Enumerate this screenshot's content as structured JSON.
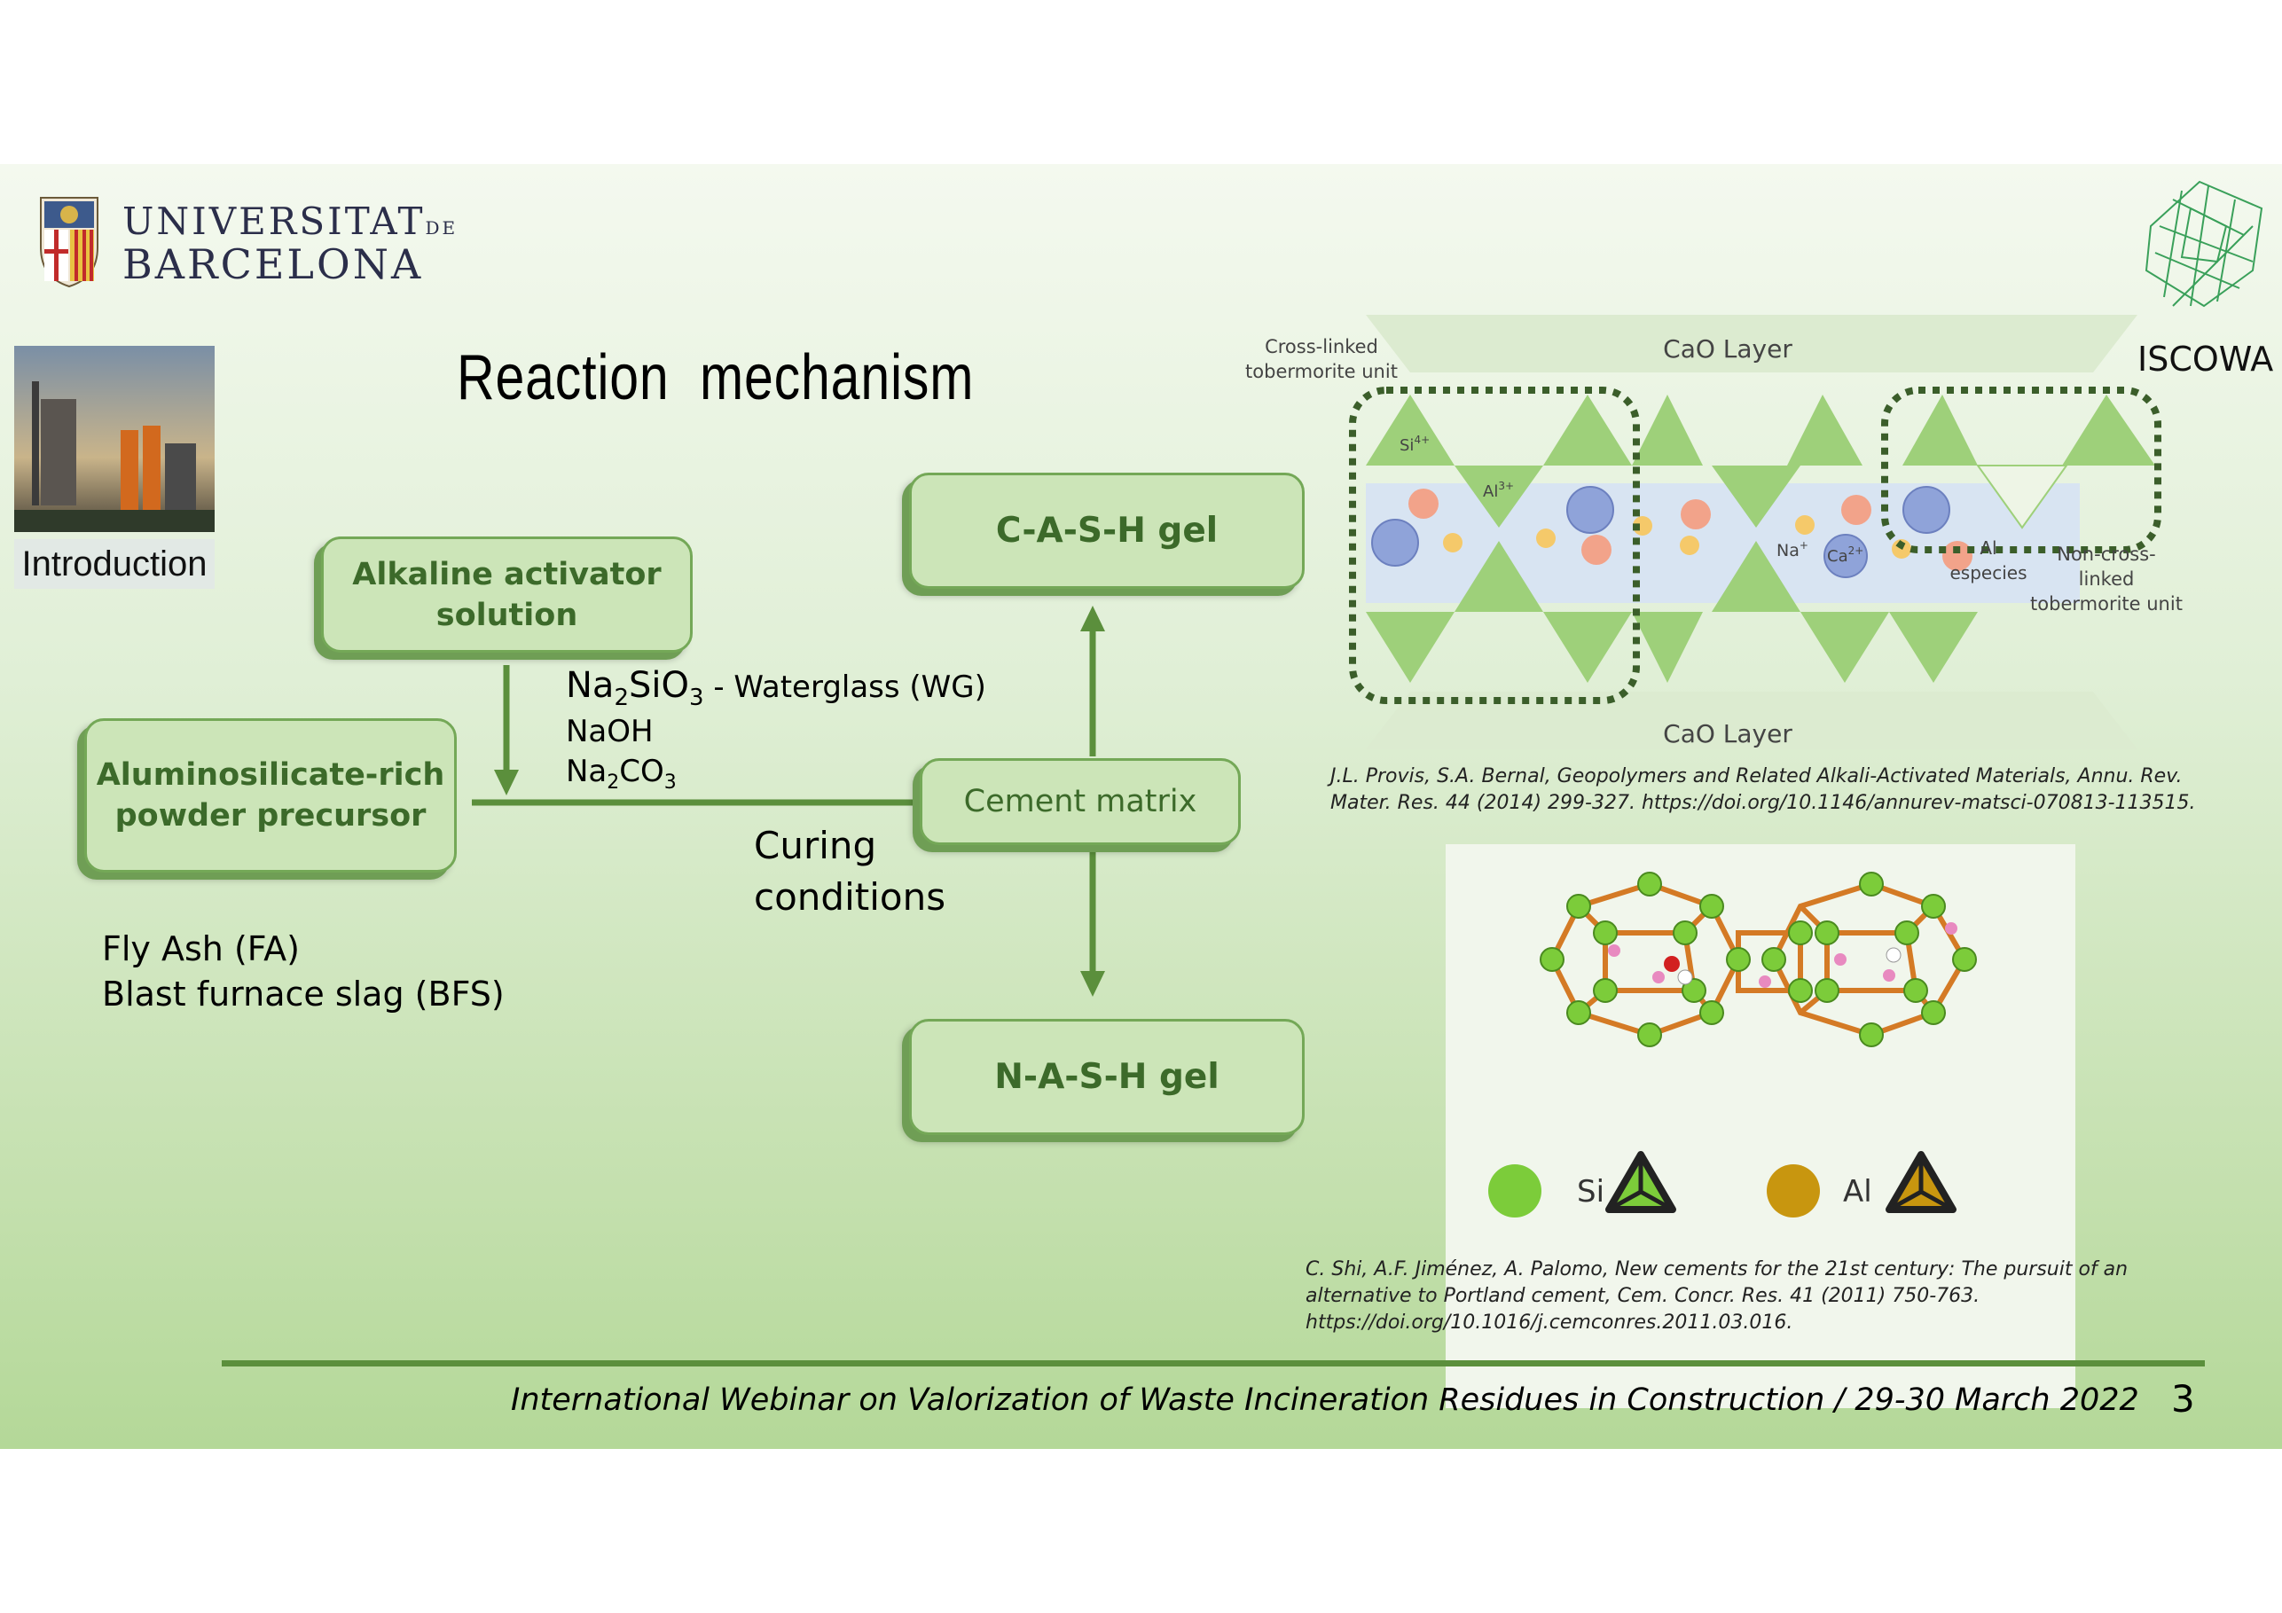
{
  "logo": {
    "line1": "UNIVERSITAT",
    "line1_suffix": "DE",
    "line2": "BARCELONA"
  },
  "brand_right": "ISCOWA",
  "section_label": "Introduction",
  "title": "Reaction  mechanism",
  "boxes": {
    "activator_line1": "Alkaline activator",
    "activator_line2": "solution",
    "precursor_line1": "Aluminosilicate-rich",
    "precursor_line2": "powder precursor",
    "cement_matrix": "Cement matrix",
    "cash": "C-A-S-H gel",
    "nash": "N-A-S-H gel"
  },
  "activators": {
    "wg_prefix": "Na",
    "wg_sub1": "2",
    "wg_mid": "SiO",
    "wg_sub2": "3",
    "wg_suffix": " - Waterglass (WG)",
    "naoh": "NaOH",
    "co3_prefix": "Na",
    "co3_sub1": "2",
    "co3_mid": "CO",
    "co3_sub2": "3"
  },
  "curing": {
    "line1": "Curing",
    "line2": "conditions"
  },
  "precursors": {
    "line1": "Fly Ash (FA)",
    "line2": "Blast furnace slag (BFS)"
  },
  "figure_top": {
    "crosslinked_l1": "Cross-linked",
    "crosslinked_l2": "tobermorite unit",
    "cao_top": "CaO Layer",
    "cao_bottom": "CaO Layer",
    "si": "Si",
    "si_sup": "4+",
    "al": "Al",
    "al_sup": "3+",
    "na": "Na",
    "na_sup": "+",
    "ca": "Ca",
    "ca_sup": "2+",
    "al_species_l1": "Al",
    "al_species_l2": "especies",
    "noncross_l1": "Non-cross-",
    "noncross_l2": "linked",
    "noncross_l3": "tobermorite unit"
  },
  "citation1": {
    "line1": "J.L. Provis, S.A. Bernal, Geopolymers and Related Alkali-Activated Materials, Annu. Rev.",
    "line2": "Mater. Res. 44 (2014) 299-327. https://doi.org/10.1146/annurev-matsci-070813-113515."
  },
  "figure_bottom": {
    "si_label": "Si",
    "al_label": "Al"
  },
  "citation2": {
    "line1": "C. Shi, A.F. Jiménez, A. Palomo, New cements for the 21st century: The pursuit of an",
    "line2": "alternative to Portland cement, Cem. Concr. Res. 41 (2011) 750-763.",
    "line3": "https://doi.org/10.1016/j.cemconres.2011.03.016."
  },
  "footer": {
    "text": "International Webinar on Valorization of Waste Incineration Residues in Construction / 29-30 March 2022",
    "page": "3"
  },
  "colors": {
    "accent_green": "#5b8f3c",
    "box_fill": "#cce5b8",
    "box_text": "#3c6a2a",
    "si_green": "#7ccc3a",
    "al_gold": "#c8960f"
  }
}
